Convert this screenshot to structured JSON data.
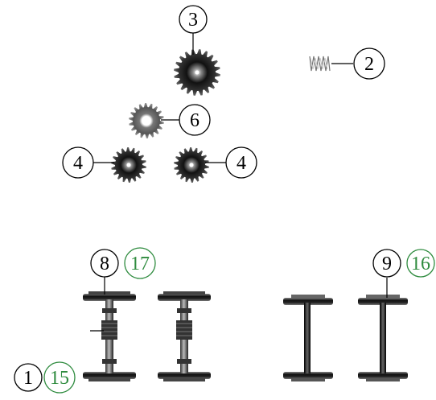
{
  "callouts": {
    "part_3": {
      "number": "3"
    },
    "part_2": {
      "number": "2"
    },
    "part_6": {
      "number": "6"
    },
    "part_4_left": {
      "number": "4"
    },
    "part_4_right": {
      "number": "4"
    },
    "part_8": {
      "number": "8",
      "secondary": "17"
    },
    "part_9": {
      "number": "9",
      "secondary": "16"
    },
    "part_1": {
      "number": "1",
      "secondary": "15"
    }
  },
  "colors": {
    "callout_stroke": "#000000",
    "secondary_green": "#2e8b3e",
    "part_dark": "#1a1a1a",
    "part_mid": "#555555",
    "part_light": "#9a9a9a"
  },
  "icons": {
    "gear_large": "gear-icon",
    "gear_small": "gear-icon",
    "spring": "spring-icon",
    "wheelset_geared": "wheelset-icon",
    "wheelset_plain": "wheelset-icon"
  }
}
